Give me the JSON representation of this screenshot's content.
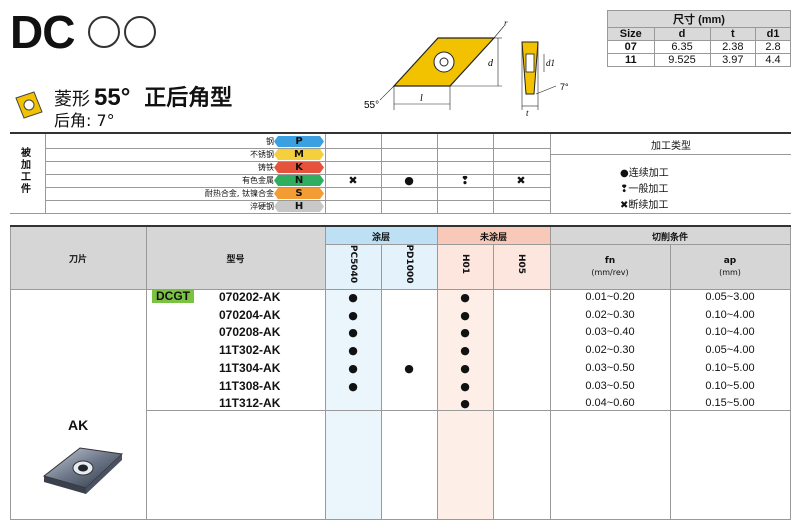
{
  "header": {
    "series": "DC",
    "shape_name": "菱形",
    "shape_angle": "55°",
    "shape_desc": "正后角型",
    "clearance": "后角: 7°"
  },
  "diagram": {
    "angle_label": "55°",
    "d_label": "d",
    "l_label": "l",
    "r_label": "r",
    "d1_label": "d1",
    "t_label": "t",
    "clearance_label": "7°"
  },
  "size_table": {
    "title": "尺寸 (mm)",
    "columns": [
      "Size",
      "d",
      "t",
      "d1"
    ],
    "rows": [
      [
        "07",
        "6.35",
        "2.38",
        "2.8"
      ],
      [
        "11",
        "9.525",
        "3.97",
        "4.4"
      ]
    ]
  },
  "materials": {
    "label": "被加工件",
    "items": [
      {
        "name": "钢",
        "code": "P",
        "color": "#3aa0e0"
      },
      {
        "name": "不锈钢",
        "code": "M",
        "color": "#f4d03f"
      },
      {
        "name": "铸铁",
        "code": "K",
        "color": "#e5533d"
      },
      {
        "name": "有色金属",
        "code": "N",
        "color": "#2fae5f"
      },
      {
        "name": "耐热合金, 钛镍合金",
        "code": "S",
        "color": "#f39c33"
      },
      {
        "name": "淬硬钢",
        "code": "H",
        "color": "#c8c8c8"
      }
    ],
    "n_row_symbols": [
      "✖",
      "●",
      "❢",
      "✖"
    ]
  },
  "process": {
    "title": "加工类型",
    "legend": [
      {
        "sym": "●",
        "text": "连续加工"
      },
      {
        "sym": "❢",
        "text": "一般加工"
      },
      {
        "sym": "✖",
        "text": "断续加工"
      }
    ]
  },
  "main_table": {
    "col_insert": "刀片",
    "col_model": "型号",
    "coated": "涂层",
    "uncoated": "未涂层",
    "cutting": "切削条件",
    "grades": [
      "PC5040",
      "PD1000",
      "H01",
      "H05"
    ],
    "fn_label": "fn",
    "fn_unit": "(mm/rev)",
    "ap_label": "ap",
    "ap_unit": "(mm)",
    "family": "DCGT",
    "chipbreaker": "AK",
    "rows": [
      {
        "model": "070202-AK",
        "fn": "0.01~0.20",
        "ap": "0.05~3.00",
        "grades": [
          "●",
          "",
          "●",
          ""
        ]
      },
      {
        "model": "070204-AK",
        "fn": "0.02~0.30",
        "ap": "0.10~4.00",
        "grades": [
          "●",
          "",
          "●",
          ""
        ]
      },
      {
        "model": "070208-AK",
        "fn": "0.03~0.40",
        "ap": "0.10~4.00",
        "grades": [
          "●",
          "",
          "●",
          ""
        ]
      },
      {
        "model": "11T302-AK",
        "fn": "0.02~0.30",
        "ap": "0.05~4.00",
        "grades": [
          "●",
          "",
          "●",
          ""
        ]
      },
      {
        "model": "11T304-AK",
        "fn": "0.03~0.50",
        "ap": "0.10~5.00",
        "grades": [
          "●",
          "●",
          "●",
          ""
        ]
      },
      {
        "model": "11T308-AK",
        "fn": "0.03~0.50",
        "ap": "0.10~5.00",
        "grades": [
          "●",
          "",
          "●",
          ""
        ]
      },
      {
        "model": "11T312-AK",
        "fn": "0.04~0.60",
        "ap": "0.15~5.00",
        "grades": [
          "",
          "",
          "●",
          ""
        ]
      }
    ]
  }
}
